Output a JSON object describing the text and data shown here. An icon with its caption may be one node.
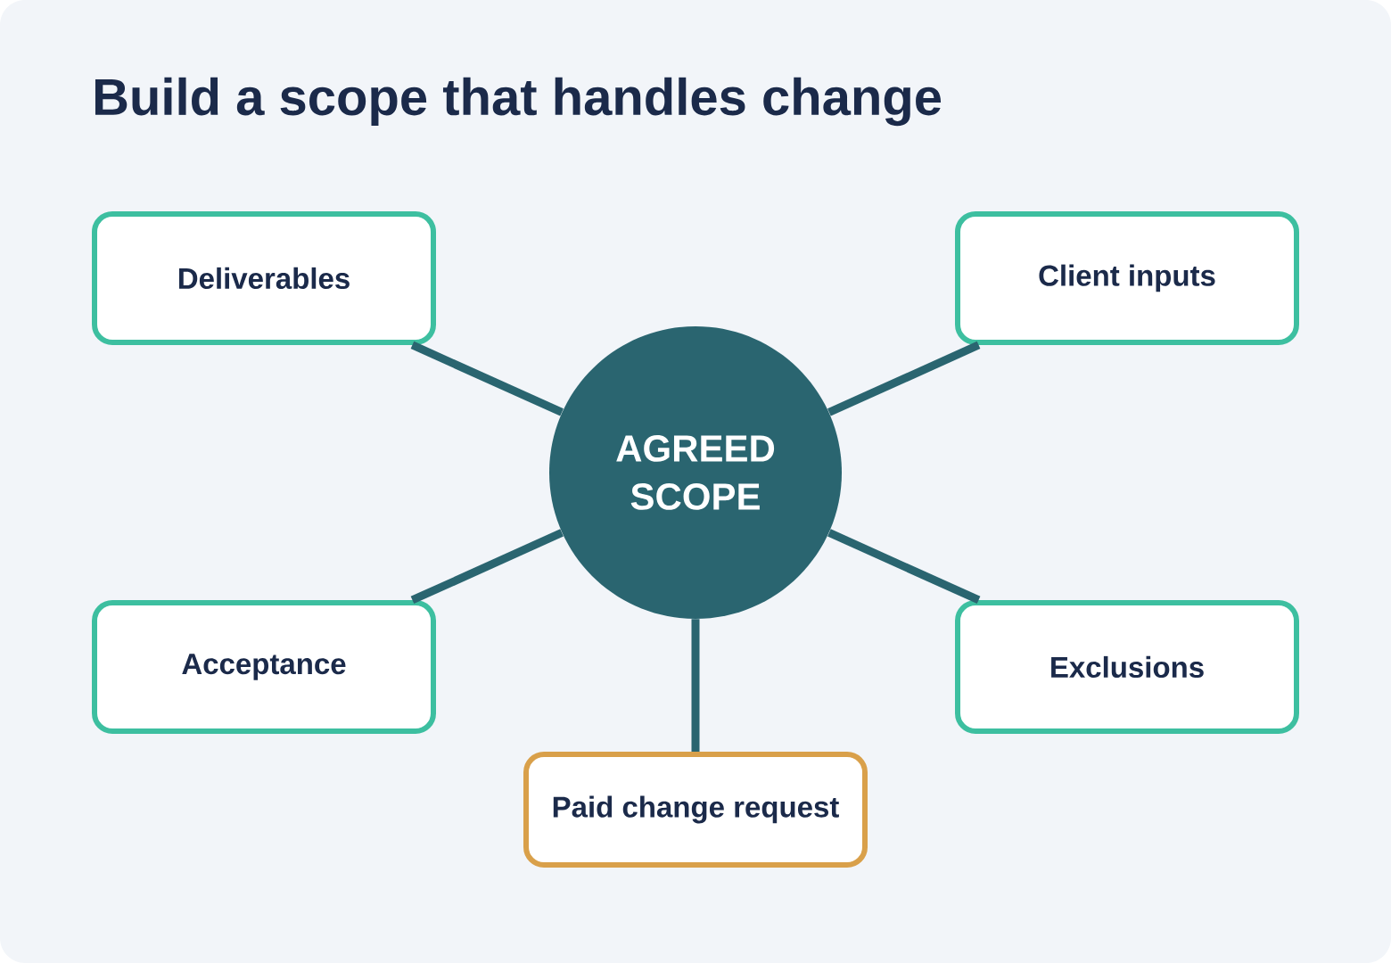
{
  "diagram": {
    "title": "Build a scope that handles change",
    "nodes": [
      {
        "text": [
          "Deliverables"
        ]
      },
      {
        "text": [
          "Client inputs"
        ]
      },
      {
        "text": [
          "AGREED SCOPE"
        ]
      },
      {
        "text": [
          "Acceptance"
        ]
      },
      {
        "text": [
          "Exclusions"
        ]
      },
      {
        "text": [
          "Paid change request"
        ]
      }
    ],
    "edges": [
      {
        "from": 2,
        "to": 0,
        "arrow": "none"
      },
      {
        "from": 2,
        "to": 1,
        "arrow": "none"
      },
      {
        "from": 2,
        "to": 3,
        "arrow": "none"
      },
      {
        "from": 2,
        "to": 4,
        "arrow": "none"
      },
      {
        "from": 2,
        "to": 5,
        "arrow": "none"
      }
    ]
  }
}
